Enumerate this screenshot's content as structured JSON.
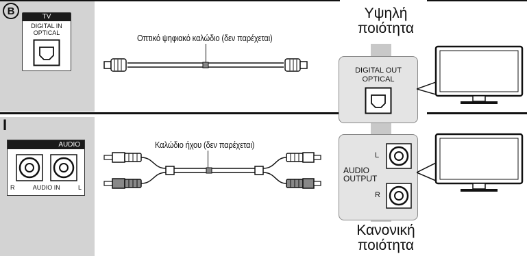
{
  "section_b": {
    "marker": "B",
    "tv_label": "TV",
    "port_label_line1": "DIGITAL IN",
    "port_label_line2": "OPTICAL",
    "cable_label": "Οπτικό ψηφιακό καλώδιο (δεν παρέχεται)",
    "quality_line1": "Υψηλή",
    "quality_line2": "ποιότητα",
    "out_label_line1": "DIGITAL OUT",
    "out_label_line2": "OPTICAL"
  },
  "section_i": {
    "marker": "I",
    "audio_header": "AUDIO",
    "jack_r": "R",
    "jack_mid": "AUDIO IN",
    "jack_l": "L",
    "cable_label": "Καλώδιο ήχου (δεν παρέχεται)",
    "out_l": "L",
    "out_r": "R",
    "out_label_line1": "AUDIO",
    "out_label_line2": "OUTPUT",
    "quality_line1": "Κανονική",
    "quality_line2": "ποιότητα"
  }
}
